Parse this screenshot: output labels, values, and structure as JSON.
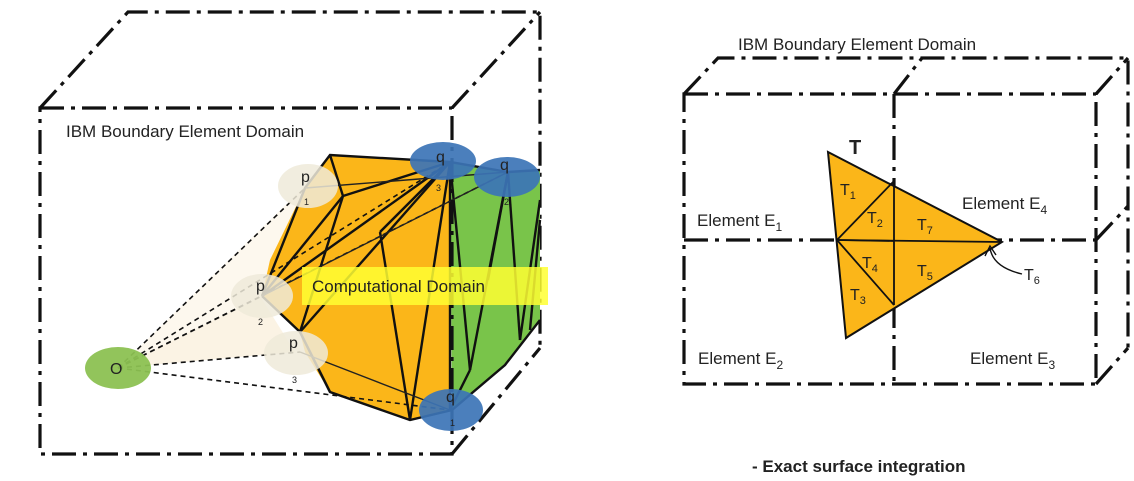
{
  "left_panel": {
    "title": "IBM Boundary Element Domain",
    "computational_label": "Computational Domain",
    "origin_label": "O",
    "p_points": [
      {
        "letter": "p",
        "index": "1"
      },
      {
        "letter": "p",
        "index": "2"
      },
      {
        "letter": "p",
        "index": "3"
      }
    ],
    "q_points": [
      {
        "letter": "q",
        "index": "3"
      },
      {
        "letter": "q",
        "index": "2"
      },
      {
        "letter": "q",
        "index": "1"
      }
    ]
  },
  "right_panel": {
    "title": "IBM Boundary Element Domain",
    "triangle_label": "T",
    "elements": [
      {
        "prefix": "Element E",
        "sub": "1"
      },
      {
        "prefix": "Element E",
        "sub": "4"
      },
      {
        "prefix": "Element E",
        "sub": "2"
      },
      {
        "prefix": "Element E",
        "sub": "3"
      }
    ],
    "subtriangles": [
      {
        "prefix": "T",
        "sub": "1"
      },
      {
        "prefix": "T",
        "sub": "2"
      },
      {
        "prefix": "T",
        "sub": "7"
      },
      {
        "prefix": "T",
        "sub": "4"
      },
      {
        "prefix": "T",
        "sub": "5"
      },
      {
        "prefix": "T",
        "sub": "3"
      },
      {
        "prefix": "T",
        "sub": "6"
      }
    ],
    "caption": "- Exact surface integration"
  },
  "colors": {
    "orange": "#FBB619",
    "green": "#79C44A",
    "highlight": "#FFFF33",
    "blue_node": "#3C74B6",
    "origin_node": "#8CC152",
    "p_node": "#EFEAD9"
  }
}
